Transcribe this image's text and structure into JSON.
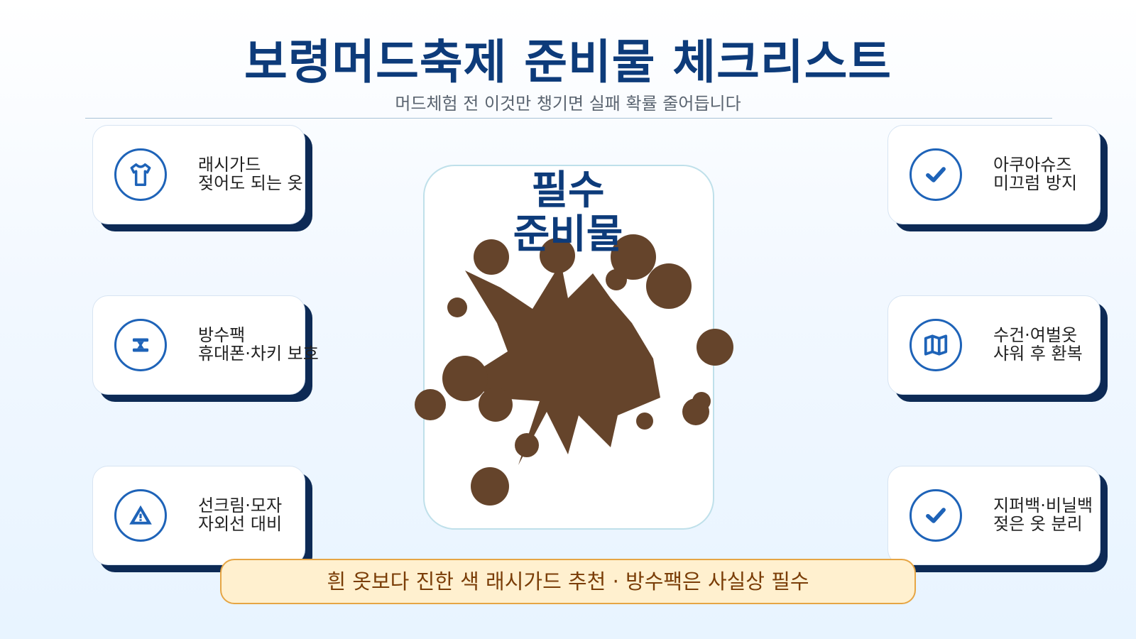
{
  "header": {
    "title": "보령머드축제 준비물 체크리스트",
    "subtitle": "머드체험 전 이것만 챙기면 실패 확률 줄어듭니다"
  },
  "center": {
    "title_line1": "필수",
    "title_line2": "준비물",
    "splash_color": "#65442b"
  },
  "cards": [
    {
      "icon": "shirt-icon",
      "line1": "래시가드",
      "line2": "젖어도 되는 옷"
    },
    {
      "icon": "waterproof-pouch-icon",
      "line1": "방수팩",
      "line2": "휴대폰·차키 보호"
    },
    {
      "icon": "warning-sun-icon",
      "line1": "선크림·모자",
      "line2": "자외선 대비"
    },
    {
      "icon": "check-icon",
      "line1": "아쿠아슈즈",
      "line2": "미끄럼 방지"
    },
    {
      "icon": "map-icon",
      "line1": "수건·여벌옷",
      "line2": "샤워 후 환복"
    },
    {
      "icon": "check-icon",
      "line1": "지퍼백·비닐백",
      "line2": "젖은 옷 분리"
    }
  ],
  "banner": {
    "text": "흰 옷보다 진한 색 래시가드 추천 · 방수팩은 사실상 필수"
  },
  "colors": {
    "primary": "#0d3b7a",
    "icon": "#1e63b8",
    "banner_bg": "#fff0cf",
    "banner_border": "#e6a544"
  }
}
